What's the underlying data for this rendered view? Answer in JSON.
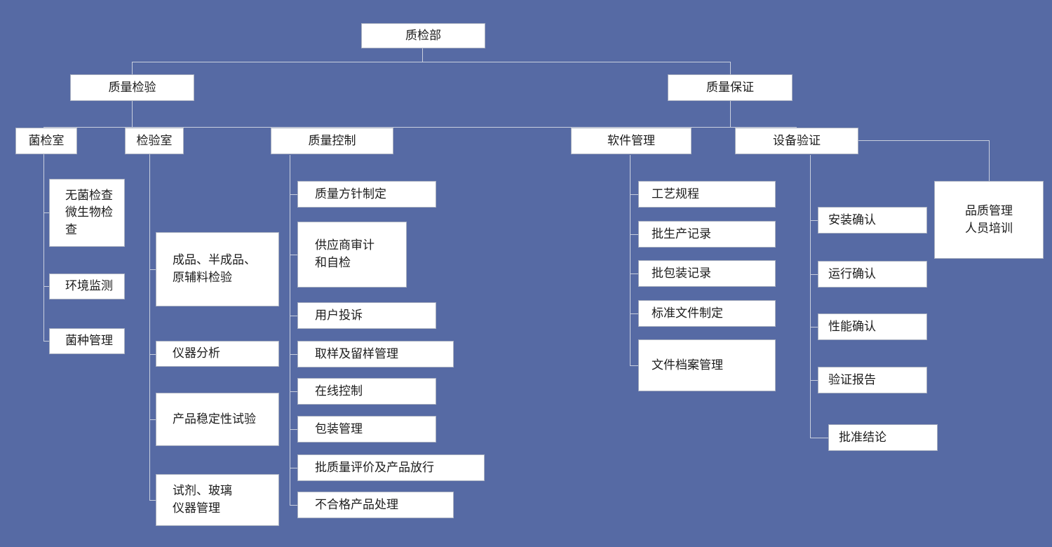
{
  "palette": {
    "background": "#566aa4",
    "box_fill": "#ffffff",
    "box_border": "#a9b0c0",
    "connector_line": "#c9cfde",
    "text": "#1c1c1c"
  },
  "org": {
    "root": "质检部",
    "level2": [
      "质量检验",
      "质量保证"
    ],
    "level3": [
      "菌检室",
      "检验室",
      "质量控制",
      "软件管理",
      "设备验证"
    ],
    "micro_room_children": [
      "无菌检查\n微生物检查",
      "环境监测",
      "菌种管理"
    ],
    "inspection_room_children": [
      "成品、半成品、\n原辅料检验",
      "仪器分析",
      "产品稳定性试验",
      "试剂、玻璃\n仪器管理"
    ],
    "quality_control_children": [
      "质量方针制定",
      "供应商审计\n和自检",
      "用户投诉",
      "取样及留样管理",
      "在线控制",
      "包装管理",
      "批质量评价及产品放行",
      "不合格产品处理"
    ],
    "software_mgmt_children": [
      "工艺规程",
      "批生产记录",
      "批包装记录",
      "标准文件制定",
      "文件档案管理"
    ],
    "equipment_validation_children": [
      "安装确认",
      "运行确认",
      "性能确认",
      "验证报告",
      "批准结论"
    ],
    "training": "品质管理\n人员培训"
  }
}
